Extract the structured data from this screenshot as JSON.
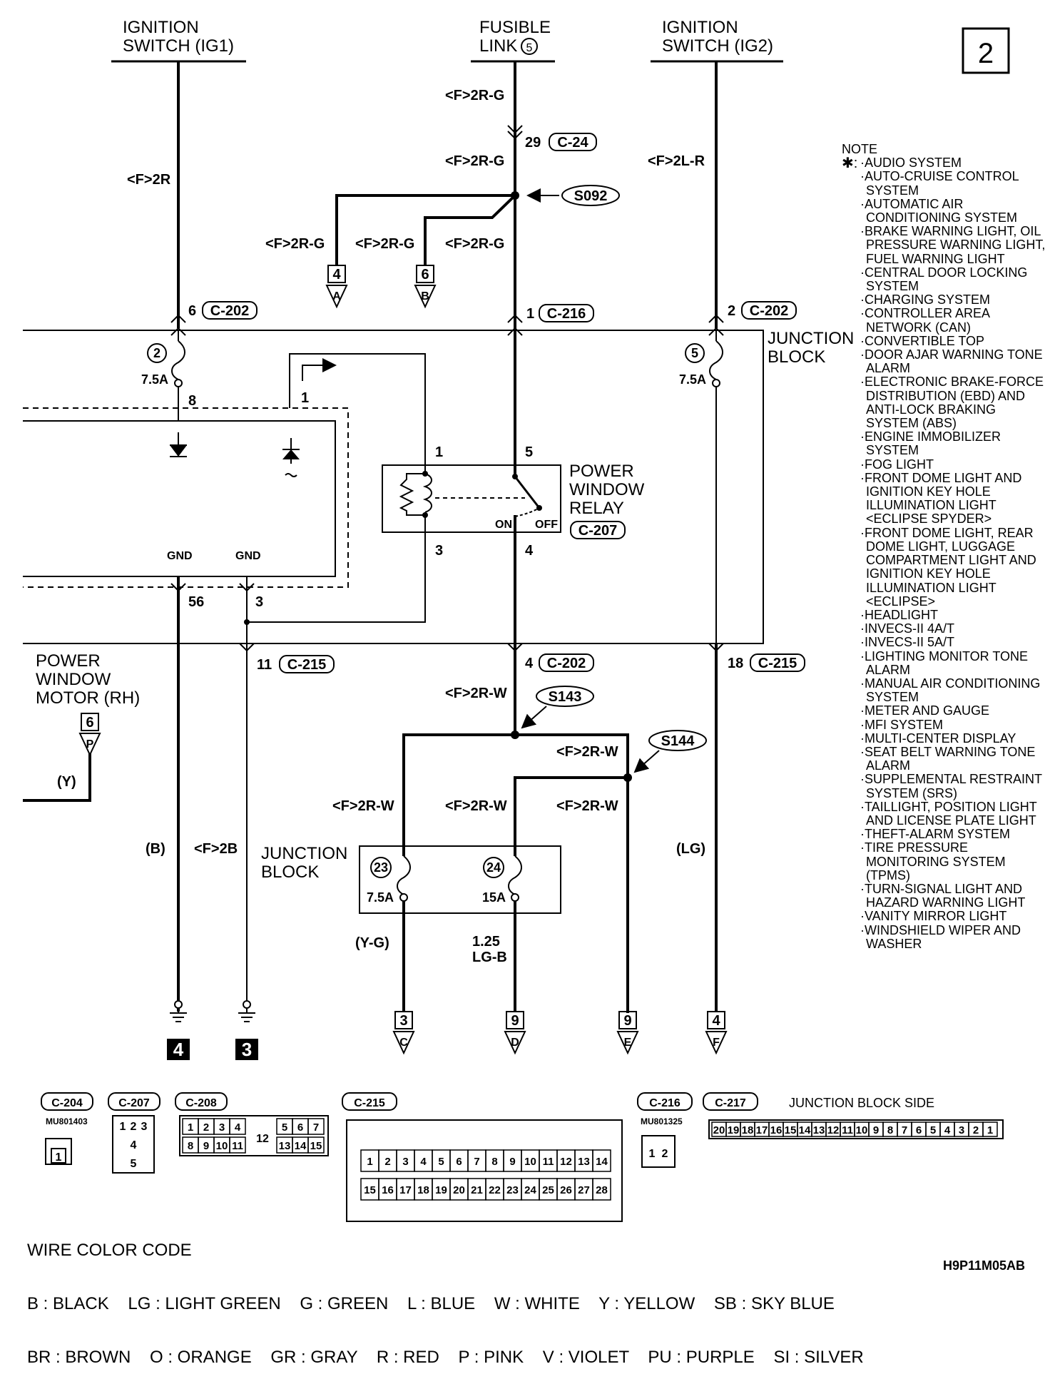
{
  "page_number": "2",
  "top_sources": {
    "ig1_line1": "IGNITION",
    "ig1_line2": "SWITCH (IG1)",
    "fusible_line1": "FUSIBLE",
    "fusible_line2": "LINK",
    "fusible_num": "5",
    "ig2_line1": "IGNITION",
    "ig2_line2": "SWITCH (IG2)"
  },
  "wires": {
    "f2r": "<F>2R",
    "f2rg": "<F>2R-G",
    "f2lr": "<F>2L-R",
    "f2rw": "<F>2R-W",
    "f2b": "<F>2B",
    "b": "(B)",
    "y": "(Y)",
    "lg": "(LG)",
    "yg": "(Y-G)",
    "size125": "1.25",
    "lgb": "LG-B"
  },
  "connectors": {
    "c24": "C-24",
    "c202": "C-202",
    "c216": "C-216",
    "c215": "C-215",
    "c207": "C-207",
    "c204": "C-204",
    "c208": "C-208",
    "c217": "C-217"
  },
  "pins": {
    "p29": "29",
    "p6": "6",
    "p1": "1",
    "p2": "2",
    "p8": "8",
    "p1b": "1",
    "p5": "5",
    "p3": "3",
    "p4": "4",
    "p56": "56",
    "p3b": "3",
    "p11": "11",
    "p4b": "4",
    "p18": "18"
  },
  "splices": {
    "s092": "S092",
    "s143": "S143",
    "s144": "S144"
  },
  "fuses": {
    "f2": "2",
    "f5": "5",
    "f23": "23",
    "f24": "24",
    "a75": "7.5A",
    "a15": "15A"
  },
  "labels": {
    "junction_block1": "JUNCTION",
    "junction_block2": "BLOCK",
    "relay1": "POWER",
    "relay2": "WINDOW",
    "relay3": "RELAY",
    "on": "ON",
    "off": "OFF",
    "gnd": "GND",
    "motor1": "POWER",
    "motor2": "WINDOW",
    "motor3": "MOTOR (RH)",
    "jb2_1": "JUNCTION",
    "jb2_2": "BLOCK"
  },
  "offpage": {
    "a_num": "4",
    "a_letter": "A",
    "b_num": "6",
    "b_letter": "B",
    "p_num": "6",
    "p_letter": "P",
    "c_num": "3",
    "c_letter": "C",
    "d_num": "9",
    "d_letter": "D",
    "e_num": "9",
    "e_letter": "E",
    "f_num": "4",
    "f_letter": "F"
  },
  "grounds": {
    "g4": "4",
    "g3": "3"
  },
  "note": {
    "title": "NOTE",
    "star": "✱:",
    "items": [
      "·AUDIO SYSTEM",
      "·AUTO-CRUISE CONTROL SYSTEM",
      "·AUTOMATIC AIR CONDITIONING SYSTEM",
      "·BRAKE WARNING LIGHT, OIL PRESSURE WARNING LIGHT, FUEL WARNING LIGHT",
      "·CENTRAL DOOR LOCKING SYSTEM",
      "·CHARGING SYSTEM",
      "·CONTROLLER AREA NETWORK (CAN)",
      "·CONVERTIBLE TOP",
      "·DOOR AJAR WARNING TONE ALARM",
      "·ELECTRONIC BRAKE-FORCE DISTRIBUTION (EBD) AND ANTI-LOCK BRAKING SYSTEM (ABS)",
      "·ENGINE IMMOBILIZER SYSTEM",
      "·FOG LIGHT",
      "·FRONT DOME LIGHT AND IGNITION KEY HOLE ILLUMINATION LIGHT <ECLIPSE SPYDER>",
      "·FRONT DOME LIGHT, REAR DOME LIGHT, LUGGAGE COMPARTMENT LIGHT AND IGNITION KEY HOLE ILLUMINATION LIGHT <ECLIPSE>",
      "·HEADLIGHT",
      "·INVECS-II 4A/T",
      "·INVECS-II 5A/T",
      "·LIGHTING MONITOR TONE ALARM",
      "·MANUAL AIR CONDITIONING SYSTEM",
      "·METER AND GAUGE",
      "·MFI SYSTEM",
      "·MULTI-CENTER DISPLAY",
      "·SEAT BELT WARNING TONE ALARM",
      "·SUPPLEMENTAL RESTRAINT SYSTEM (SRS)",
      "·TAILLIGHT, POSITION LIGHT AND LICENSE PLATE LIGHT",
      "·THEFT-ALARM SYSTEM",
      "·TIRE PRESSURE MONITORING SYSTEM (TPMS)",
      "·TURN-SIGNAL LIGHT AND HAZARD WARNING LIGHT",
      "·VANITY MIRROR LIGHT",
      "·WINDSHIELD WIPER AND WASHER"
    ]
  },
  "connector_views": {
    "c204_part": "MU801403",
    "c216_part": "MU801325",
    "c217_side": "JUNCTION BLOCK SIDE",
    "c204_pin": "1",
    "c207_top": [
      "1",
      "2",
      "3"
    ],
    "c207_mid": "4",
    "c207_bot": "5",
    "c208_top": [
      "1",
      "2",
      "3",
      "4",
      "5",
      "6",
      "7"
    ],
    "c208_bot": [
      "8",
      "9",
      "10",
      "11",
      "13",
      "14",
      "15"
    ],
    "c208_mid": "12",
    "c215_top": [
      "1",
      "2",
      "3",
      "4",
      "5",
      "6",
      "7",
      "8",
      "9",
      "10",
      "11",
      "12",
      "13",
      "14"
    ],
    "c215_bot": [
      "15",
      "16",
      "17",
      "18",
      "19",
      "20",
      "21",
      "22",
      "23",
      "24",
      "25",
      "26",
      "27",
      "28"
    ],
    "c216_pins": [
      "1",
      "2"
    ],
    "c217_pins": [
      "20",
      "19",
      "18",
      "17",
      "16",
      "15",
      "14",
      "13",
      "12",
      "11",
      "10",
      "9",
      "8",
      "7",
      "6",
      "5",
      "4",
      "3",
      "2",
      "1"
    ]
  },
  "wire_color_code": {
    "title": "WIRE COLOR CODE",
    "row1": "B : BLACK    LG : LIGHT GREEN    G : GREEN    L : BLUE    W : WHITE    Y : YELLOW    SB : SKY BLUE",
    "row2": "BR : BROWN    O : ORANGE    GR : GRAY    R : RED    P : PINK    V : VIOLET    PU : PURPLE    SI : SILVER"
  },
  "diagram_code": "H9P11M05AB"
}
